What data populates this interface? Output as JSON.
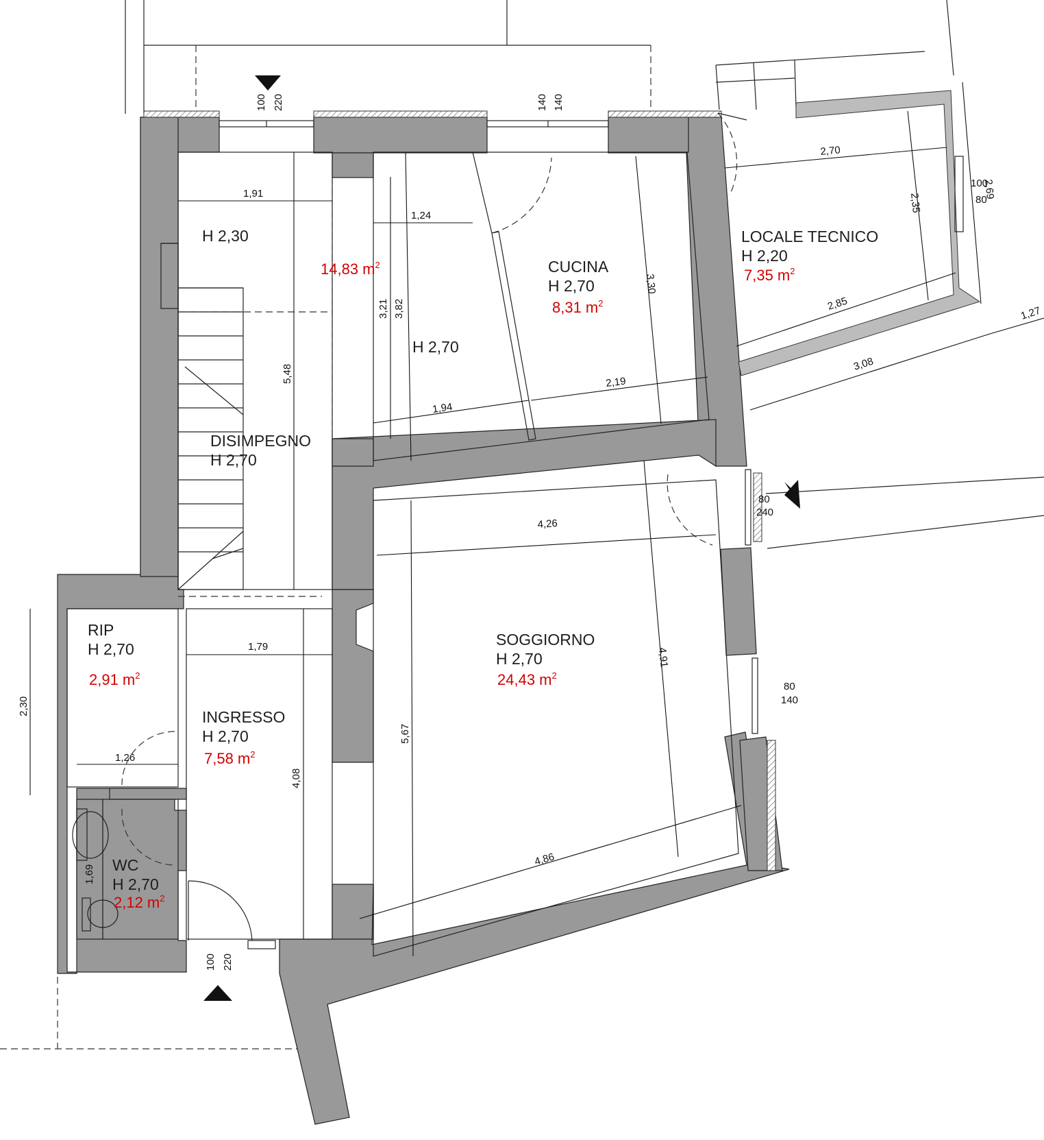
{
  "rooms": {
    "top_room": {
      "height": "H 2,30",
      "area": "14,83 m"
    },
    "cucina": {
      "name": "CUCINA",
      "height": "H 2,70",
      "area": "8,31 m"
    },
    "mid_room": {
      "height": "H 2,70"
    },
    "locale_tecnico": {
      "name": "LOCALE TECNICO",
      "height": "H 2,20",
      "area": "7,35 m"
    },
    "disimpegno": {
      "name": "DISIMPEGNO",
      "height": "H 2,70"
    },
    "soggiorno": {
      "name": "SOGGIORNO",
      "height": "H 2,70",
      "area": "24,43 m"
    },
    "rip": {
      "name": "RIP",
      "height": "H 2,70",
      "area": "2,91 m"
    },
    "ingresso": {
      "name": "INGRESSO",
      "height": "H 2,70",
      "area": "7,58 m"
    },
    "wc": {
      "name": "WC",
      "height": "H 2,70",
      "area": "2,12 m"
    }
  },
  "area_unit_exponent": "2",
  "dimensions": {
    "d191": "1,91",
    "d124": "1,24",
    "d321": "3,21",
    "d382": "3,82",
    "d548": "5,48",
    "d194": "1,94",
    "d219": "2,19",
    "d330": "3,30",
    "d270": "2,70",
    "d235": "2,35",
    "d269": "2,69",
    "d285": "2,85",
    "d308": "3,08",
    "d127": "1,27",
    "d426": "4,26",
    "d567": "5,67",
    "d491": "4,91",
    "d486": "4,86",
    "d179": "1,79",
    "d408": "4,08",
    "d230": "2,30",
    "d126": "1,26",
    "d169": "1,69"
  },
  "openings": {
    "top_left_a": "100",
    "top_left_b": "220",
    "top_mid_a": "140",
    "top_mid_b": "140",
    "lt_window_a": "100",
    "lt_window_b": "80",
    "east_door_a": "80",
    "east_door_b": "240",
    "east_window_a": "80",
    "east_window_b": "140",
    "bottom_door_a": "100",
    "bottom_door_b": "220"
  }
}
